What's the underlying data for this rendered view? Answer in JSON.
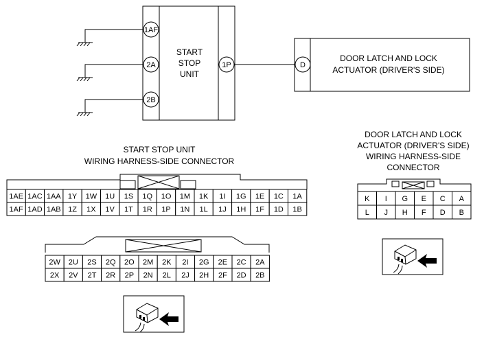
{
  "schematic": {
    "unit_label": [
      "START",
      "STOP",
      "UNIT"
    ],
    "actuator_label": [
      "DOOR LATCH AND LOCK",
      "ACTUATOR (DRIVER'S SIDE)"
    ],
    "unit_left_terminals": [
      "1AF",
      "2A",
      "2B"
    ],
    "unit_right_terminal": "1P",
    "actuator_terminal": "D"
  },
  "ssu_connector": {
    "caption": [
      "START STOP UNIT",
      "WIRING HARNESS-SIDE CONNECTOR"
    ],
    "block1": {
      "row1": [
        "1AE",
        "1AC",
        "1AA",
        "1Y",
        "1W",
        "1U",
        "1S",
        "1Q",
        "1O",
        "1M",
        "1K",
        "1I",
        "1G",
        "1E",
        "1C",
        "1A"
      ],
      "row2": [
        "1AF",
        "1AD",
        "1AB",
        "1Z",
        "1X",
        "1V",
        "1T",
        "1R",
        "1P",
        "1N",
        "1L",
        "1J",
        "1H",
        "1F",
        "1D",
        "1B"
      ]
    },
    "block2": {
      "row1": [
        "2W",
        "2U",
        "2S",
        "2Q",
        "2O",
        "2M",
        "2K",
        "2I",
        "2G",
        "2E",
        "2C",
        "2A"
      ],
      "row2": [
        "2X",
        "2V",
        "2T",
        "2R",
        "2P",
        "2N",
        "2L",
        "2J",
        "2H",
        "2F",
        "2D",
        "2B"
      ]
    }
  },
  "actuator_connector": {
    "caption": [
      "DOOR LATCH AND LOCK",
      "ACTUATOR (DRIVER'S SIDE)",
      "WIRING HARNESS-SIDE",
      "CONNECTOR"
    ],
    "row1": [
      "K",
      "I",
      "G",
      "E",
      "C",
      "A"
    ],
    "row2": [
      "L",
      "J",
      "H",
      "F",
      "D",
      "B"
    ]
  }
}
